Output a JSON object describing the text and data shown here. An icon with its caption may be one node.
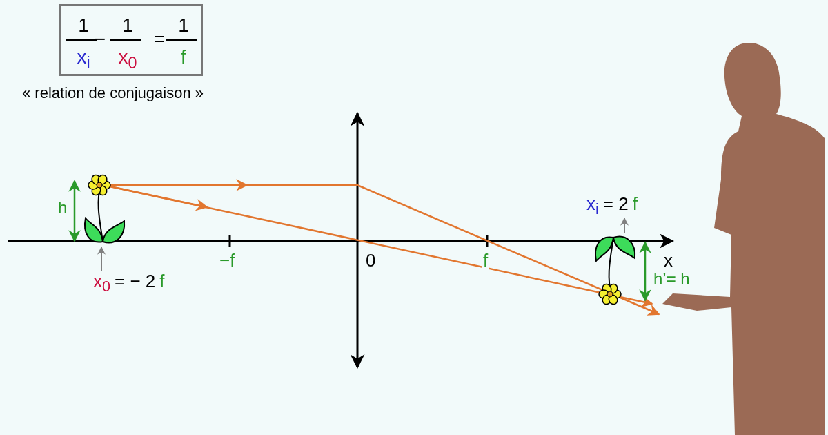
{
  "diagram": {
    "nodes": [
      {
        "text": [
          "1",
          "x$_{i}$",
          "−",
          "1",
          "x$_{0}$",
          "=",
          "1",
          "f"
        ]
      },
      {
        "text": [],
        "shape": "picture"
      },
      {
        "text": [
          "x$_{0}$",
          "= − 2",
          "f"
        ]
      },
      {
        "text": [],
        "shape": "picture"
      },
      {
        "text": [
          "x$_{i}$",
          "= 2",
          "f"
        ]
      }
    ],
    "edges": [
      {
        "from": 2,
        "to": 1,
        "arrow": "to"
      },
      {
        "from": 3,
        "to": 4,
        "arrow": "to"
      }
    ],
    "labels": [
      "« relation de conjugaison »",
      "h",
      "−f",
      "0",
      "f",
      "x",
      "h’= h"
    ]
  }
}
